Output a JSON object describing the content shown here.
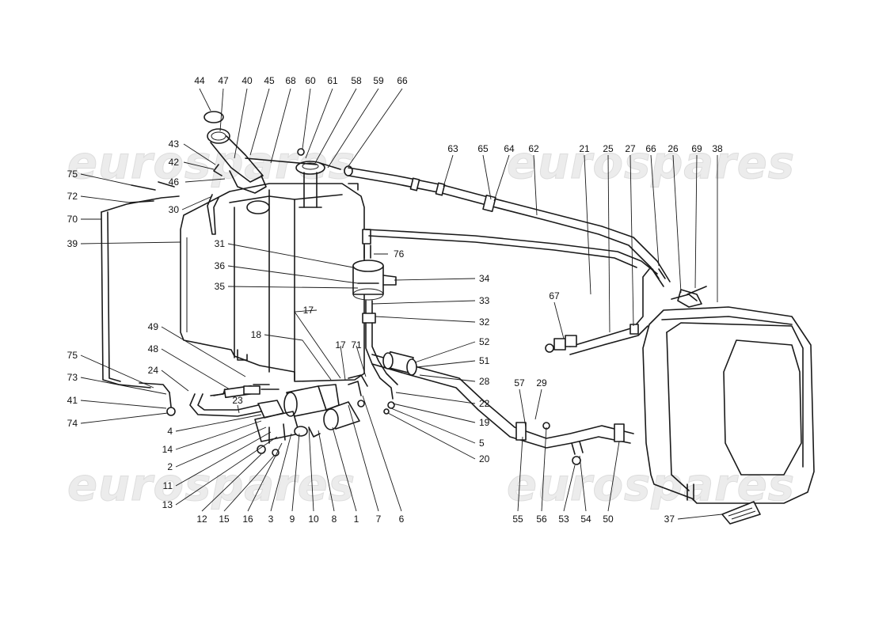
{
  "watermark": {
    "text": "eurospares",
    "color": "#e6e6e6"
  },
  "labels": [
    {
      "id": "44",
      "text": "44"
    },
    {
      "id": "47",
      "text": "47"
    },
    {
      "id": "40",
      "text": "40"
    },
    {
      "id": "45",
      "text": "45"
    },
    {
      "id": "68",
      "text": "68"
    },
    {
      "id": "60",
      "text": "60"
    },
    {
      "id": "61",
      "text": "61"
    },
    {
      "id": "58",
      "text": "58"
    },
    {
      "id": "59",
      "text": "59"
    },
    {
      "id": "66a",
      "text": "66"
    },
    {
      "id": "63",
      "text": "63"
    },
    {
      "id": "65",
      "text": "65"
    },
    {
      "id": "64",
      "text": "64"
    },
    {
      "id": "62",
      "text": "62"
    },
    {
      "id": "21",
      "text": "21"
    },
    {
      "id": "25",
      "text": "25"
    },
    {
      "id": "27",
      "text": "27"
    },
    {
      "id": "66b",
      "text": "66"
    },
    {
      "id": "26",
      "text": "26"
    },
    {
      "id": "69",
      "text": "69"
    },
    {
      "id": "38",
      "text": "38"
    },
    {
      "id": "43",
      "text": "43"
    },
    {
      "id": "42",
      "text": "42"
    },
    {
      "id": "46",
      "text": "46"
    },
    {
      "id": "75a",
      "text": "75"
    },
    {
      "id": "72",
      "text": "72"
    },
    {
      "id": "30",
      "text": "30"
    },
    {
      "id": "70",
      "text": "70"
    },
    {
      "id": "39",
      "text": "39"
    },
    {
      "id": "31",
      "text": "31"
    },
    {
      "id": "76",
      "text": "76"
    },
    {
      "id": "36",
      "text": "36"
    },
    {
      "id": "34",
      "text": "34"
    },
    {
      "id": "35",
      "text": "35"
    },
    {
      "id": "33",
      "text": "33"
    },
    {
      "id": "17a",
      "text": "17"
    },
    {
      "id": "32",
      "text": "32"
    },
    {
      "id": "67",
      "text": "67"
    },
    {
      "id": "18",
      "text": "18"
    },
    {
      "id": "52",
      "text": "52"
    },
    {
      "id": "49",
      "text": "49"
    },
    {
      "id": "17b",
      "text": "17"
    },
    {
      "id": "71",
      "text": "71"
    },
    {
      "id": "51",
      "text": "51"
    },
    {
      "id": "48",
      "text": "48"
    },
    {
      "id": "75b",
      "text": "75"
    },
    {
      "id": "24",
      "text": "24"
    },
    {
      "id": "28",
      "text": "28"
    },
    {
      "id": "73",
      "text": "73"
    },
    {
      "id": "23",
      "text": "23"
    },
    {
      "id": "22",
      "text": "22"
    },
    {
      "id": "57",
      "text": "57"
    },
    {
      "id": "29",
      "text": "29"
    },
    {
      "id": "41",
      "text": "41"
    },
    {
      "id": "74",
      "text": "74"
    },
    {
      "id": "4",
      "text": "4"
    },
    {
      "id": "19",
      "text": "19"
    },
    {
      "id": "14",
      "text": "14"
    },
    {
      "id": "5",
      "text": "5"
    },
    {
      "id": "2",
      "text": "2"
    },
    {
      "id": "11",
      "text": "11"
    },
    {
      "id": "20",
      "text": "20"
    },
    {
      "id": "13",
      "text": "13"
    },
    {
      "id": "12",
      "text": "12"
    },
    {
      "id": "15",
      "text": "15"
    },
    {
      "id": "16",
      "text": "16"
    },
    {
      "id": "3",
      "text": "3"
    },
    {
      "id": "9",
      "text": "9"
    },
    {
      "id": "10",
      "text": "10"
    },
    {
      "id": "8",
      "text": "8"
    },
    {
      "id": "1",
      "text": "1"
    },
    {
      "id": "7",
      "text": "7"
    },
    {
      "id": "6",
      "text": "6"
    },
    {
      "id": "55",
      "text": "55"
    },
    {
      "id": "56",
      "text": "56"
    },
    {
      "id": "53",
      "text": "53"
    },
    {
      "id": "54",
      "text": "54"
    },
    {
      "id": "50",
      "text": "50"
    },
    {
      "id": "37",
      "text": "37"
    }
  ]
}
